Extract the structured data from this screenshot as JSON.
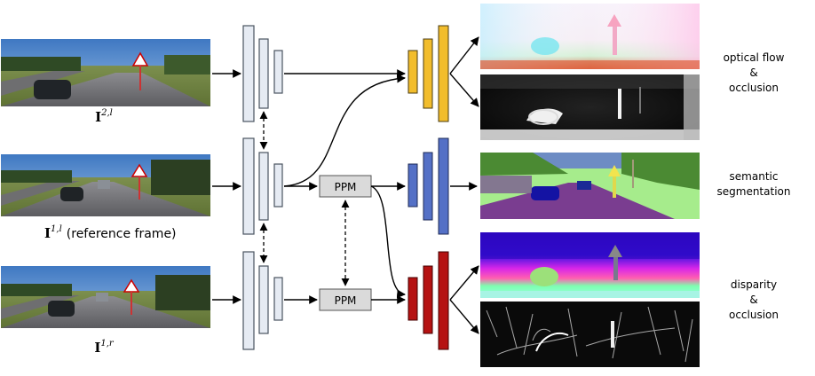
{
  "inputs": {
    "top": {
      "symbol": "I",
      "sup": "2,l"
    },
    "middle": {
      "symbol": "I",
      "sup": "1,l",
      "suffix": "(reference frame)"
    },
    "bottom": {
      "symbol": "I",
      "sup": "1,r"
    }
  },
  "ppm": {
    "label": "PPM"
  },
  "outputs": {
    "flow": {
      "line1": "optical flow",
      "line2": "&",
      "line3": "occlusion"
    },
    "semantic": {
      "line1": "semantic",
      "line2": "segmentation"
    },
    "disparity": {
      "line1": "disparity",
      "line2": "&",
      "line3": "occlusion"
    }
  },
  "colors": {
    "encoder_fill": "#e6ebf3",
    "encoder_stroke": "#4a5460",
    "flow_decoder": "#f2bd2c",
    "semantic_decoder": "#5470c6",
    "disparity_decoder": "#b51212",
    "ppm_fill": "#dadada",
    "arrow": "#000000"
  }
}
